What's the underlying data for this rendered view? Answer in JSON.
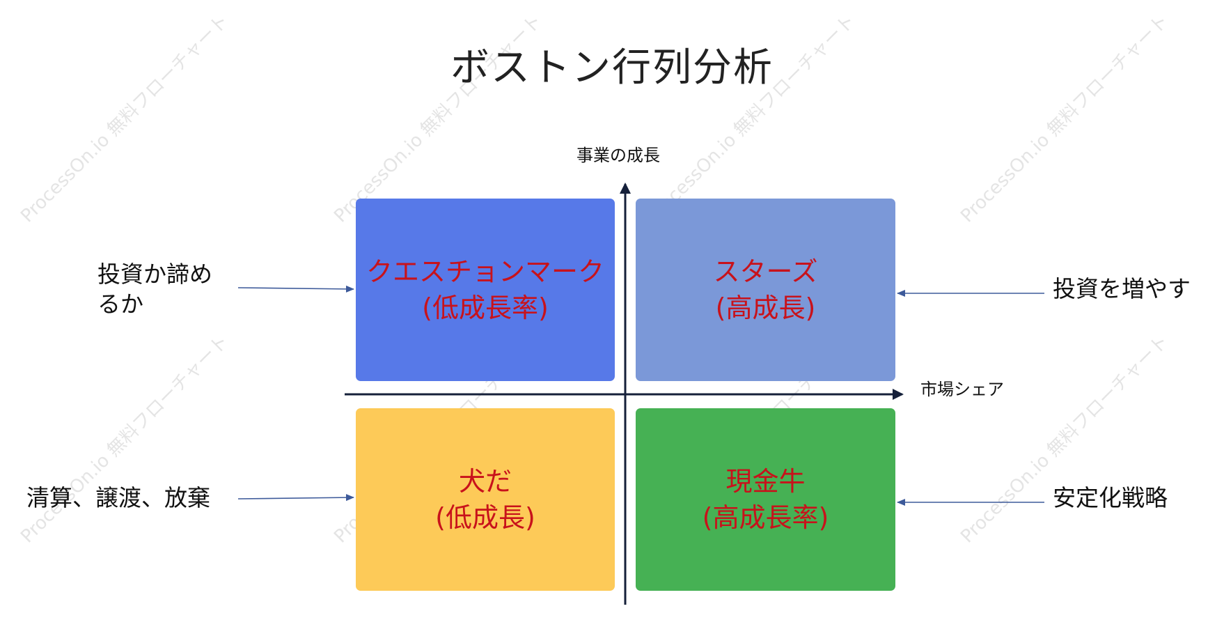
{
  "title": "ボストン行列分析",
  "watermark_text": "ProcessOn.io 無料フローチャート",
  "axes": {
    "y_label": "事業の成長",
    "x_label": "市場シェア"
  },
  "quadrants": {
    "question_mark": {
      "line1": "クエスチョンマーク",
      "line2": "(低成長率)",
      "color": "#5779e8"
    },
    "stars": {
      "line1": "スターズ",
      "line2": "(高成長)",
      "color": "#7b98d8"
    },
    "dog": {
      "line1": "犬だ",
      "line2": "(低成長)",
      "color": "#fdca58"
    },
    "cash_cow": {
      "line1": "現金牛",
      "line2": "(高成長率)",
      "color": "#46b154"
    }
  },
  "side_labels": {
    "top_left": [
      "投資か諦め",
      "るか"
    ],
    "top_right": "投資を増やす",
    "bottom_left": "清算、譲渡、放棄",
    "bottom_right": "安定化戦略"
  },
  "colors": {
    "quadrant_text": "#c8121b",
    "axis": "#15203a",
    "arrow": "#3d5a9a"
  }
}
